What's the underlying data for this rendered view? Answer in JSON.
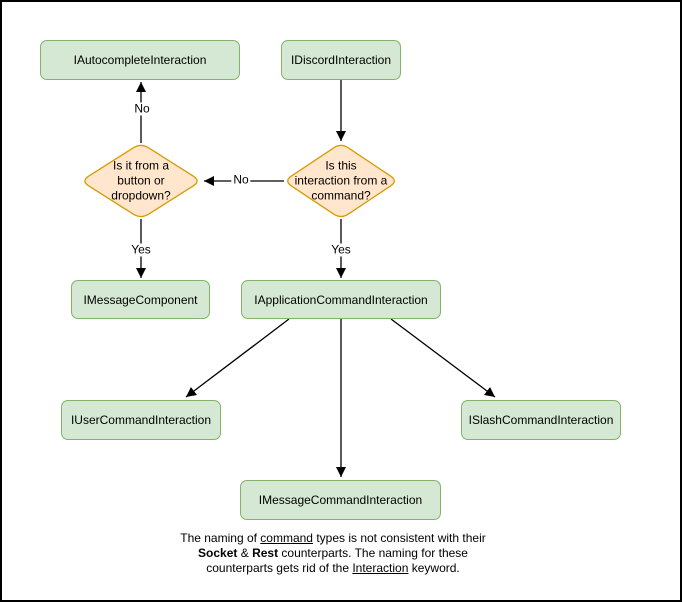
{
  "diagram": {
    "nodes": {
      "autocomplete": "IAutocompleteInteraction",
      "discord": "IDiscordInteraction",
      "message_component": "IMessageComponent",
      "application_command": "IApplicationCommandInteraction",
      "user_command": "IUserCommandInteraction",
      "slash_command": "ISlashCommandInteraction",
      "message_command": "IMessageCommandInteraction"
    },
    "decisions": {
      "button_dropdown": {
        "line1": "Is it from a",
        "line2": "button or",
        "line3": "dropdown?"
      },
      "from_command": {
        "line1": "Is this",
        "line2": "interaction from a",
        "line3": "command?"
      }
    },
    "edge_labels": {
      "no_top": "No",
      "no_between": "No",
      "yes_left": "Yes",
      "yes_right": "Yes"
    },
    "caption": {
      "l1_pre": "The naming of ",
      "l1_underline": "command",
      "l1_post": " types is not consistent with their",
      "l2_bold1": "Socket",
      "l2_mid": " & ",
      "l2_bold2": "Rest",
      "l2_post": " counterparts. The naming for these",
      "l3_pre": "counterparts gets rid of the ",
      "l3_underline": "Interaction",
      "l3_post": " keyword."
    },
    "colors": {
      "node_fill": "#d5e8d4",
      "node_border": "#82b366",
      "decision_fill": "#ffe6cc",
      "decision_border": "#d79b00",
      "arrow": "#000000"
    }
  }
}
